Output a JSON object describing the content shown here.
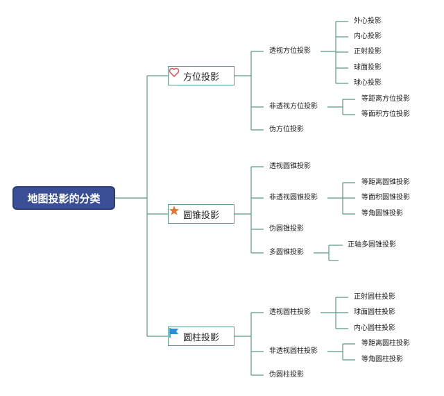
{
  "root": {
    "label": "地图投影的分类"
  },
  "branches": [
    {
      "label": "方位投影",
      "icon": "heart-icon",
      "children": [
        {
          "label": "透视方位投影",
          "children": [
            "外心投影",
            "内心投影",
            "正射投影",
            "球面投影",
            "球心投影"
          ]
        },
        {
          "label": "非透视方位投影",
          "children": [
            "等距离方位投影",
            "等面积方位投影"
          ]
        },
        {
          "label": "伪方位投影",
          "children": []
        }
      ]
    },
    {
      "label": "圆锥投影",
      "icon": "star-icon",
      "children": [
        {
          "label": "透视圆锥投影",
          "children": []
        },
        {
          "label": "非透视圆锥投影",
          "children": [
            "等距离圆锥投影",
            "等面积圆锥投影",
            "等角圆锥投影"
          ]
        },
        {
          "label": "伪圆锥投影",
          "children": []
        },
        {
          "label": "多圆锥投影",
          "children": [
            "正轴多圆锥投影"
          ]
        }
      ]
    },
    {
      "label": "圆柱投影",
      "icon": "flag-icon",
      "children": [
        {
          "label": "透视圆柱投影",
          "children": [
            "正射圆柱投影",
            "球面圆柱投影",
            "内心圆柱投影"
          ]
        },
        {
          "label": "非透视圆柱投影",
          "children": [
            "等距离圆柱投影",
            "等角圆柱投影"
          ]
        },
        {
          "label": "伪圆柱投影",
          "children": []
        }
      ]
    }
  ],
  "colors": {
    "connector": "#5a9a82",
    "root_fill": "#3b4f96",
    "heart": "#e05a5a",
    "star": "#e8742a",
    "flag": "#2a8fd6"
  }
}
